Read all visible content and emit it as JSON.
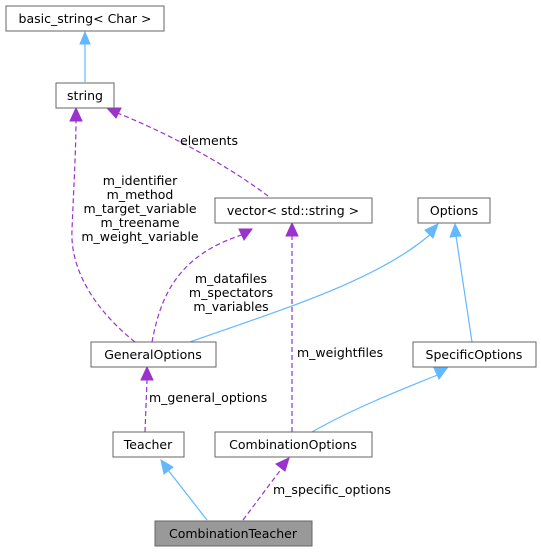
{
  "nodes": {
    "basic_string": "basic_string< Char >",
    "string": "string",
    "vector": "vector< std::string >",
    "options": "Options",
    "general_options": "GeneralOptions",
    "specific_options": "SpecificOptions",
    "teacher": "Teacher",
    "combination_options": "CombinationOptions",
    "combination_teacher": "CombinationTeacher"
  },
  "edge_labels": {
    "elements": "elements",
    "string_members": [
      "m_identifier",
      "m_method",
      "m_target_variable",
      "m_treename",
      "m_weight_variable"
    ],
    "vector_members": [
      "m_datafiles",
      "m_spectators",
      "m_variables"
    ],
    "weightfiles": "m_weightfiles",
    "general_options_member": "m_general_options",
    "specific_options_member": "m_specific_options"
  },
  "colors": {
    "inheritance": "#63b8ff",
    "association": "#9a32cd",
    "highlight_fill": "#999999",
    "node_border": "#666666"
  }
}
